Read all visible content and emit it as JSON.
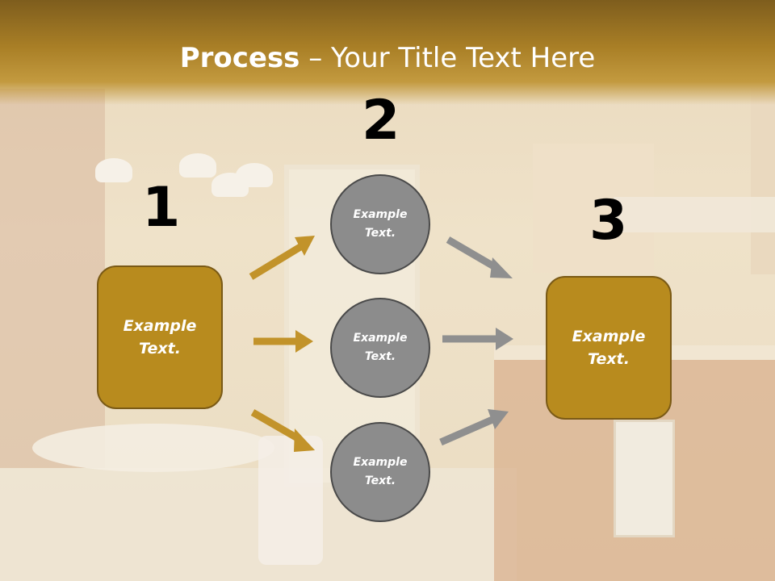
{
  "title": {
    "bold": "Process",
    "rest": " – Your Title Text Here"
  },
  "steps": {
    "one": "1",
    "two": "2",
    "three": "3"
  },
  "boxes": {
    "left": "Example\nText.",
    "right": "Example\nText."
  },
  "circles": {
    "top": "Example\nText.",
    "middle": "Example\nText.",
    "bottom": "Example\nText."
  },
  "colors": {
    "header": "#a97f26",
    "box_fill": "#b88b1e",
    "circle_fill": "#8c8c8c",
    "arrow_gold": "#c2932a",
    "arrow_gray": "#8f8f8f"
  }
}
